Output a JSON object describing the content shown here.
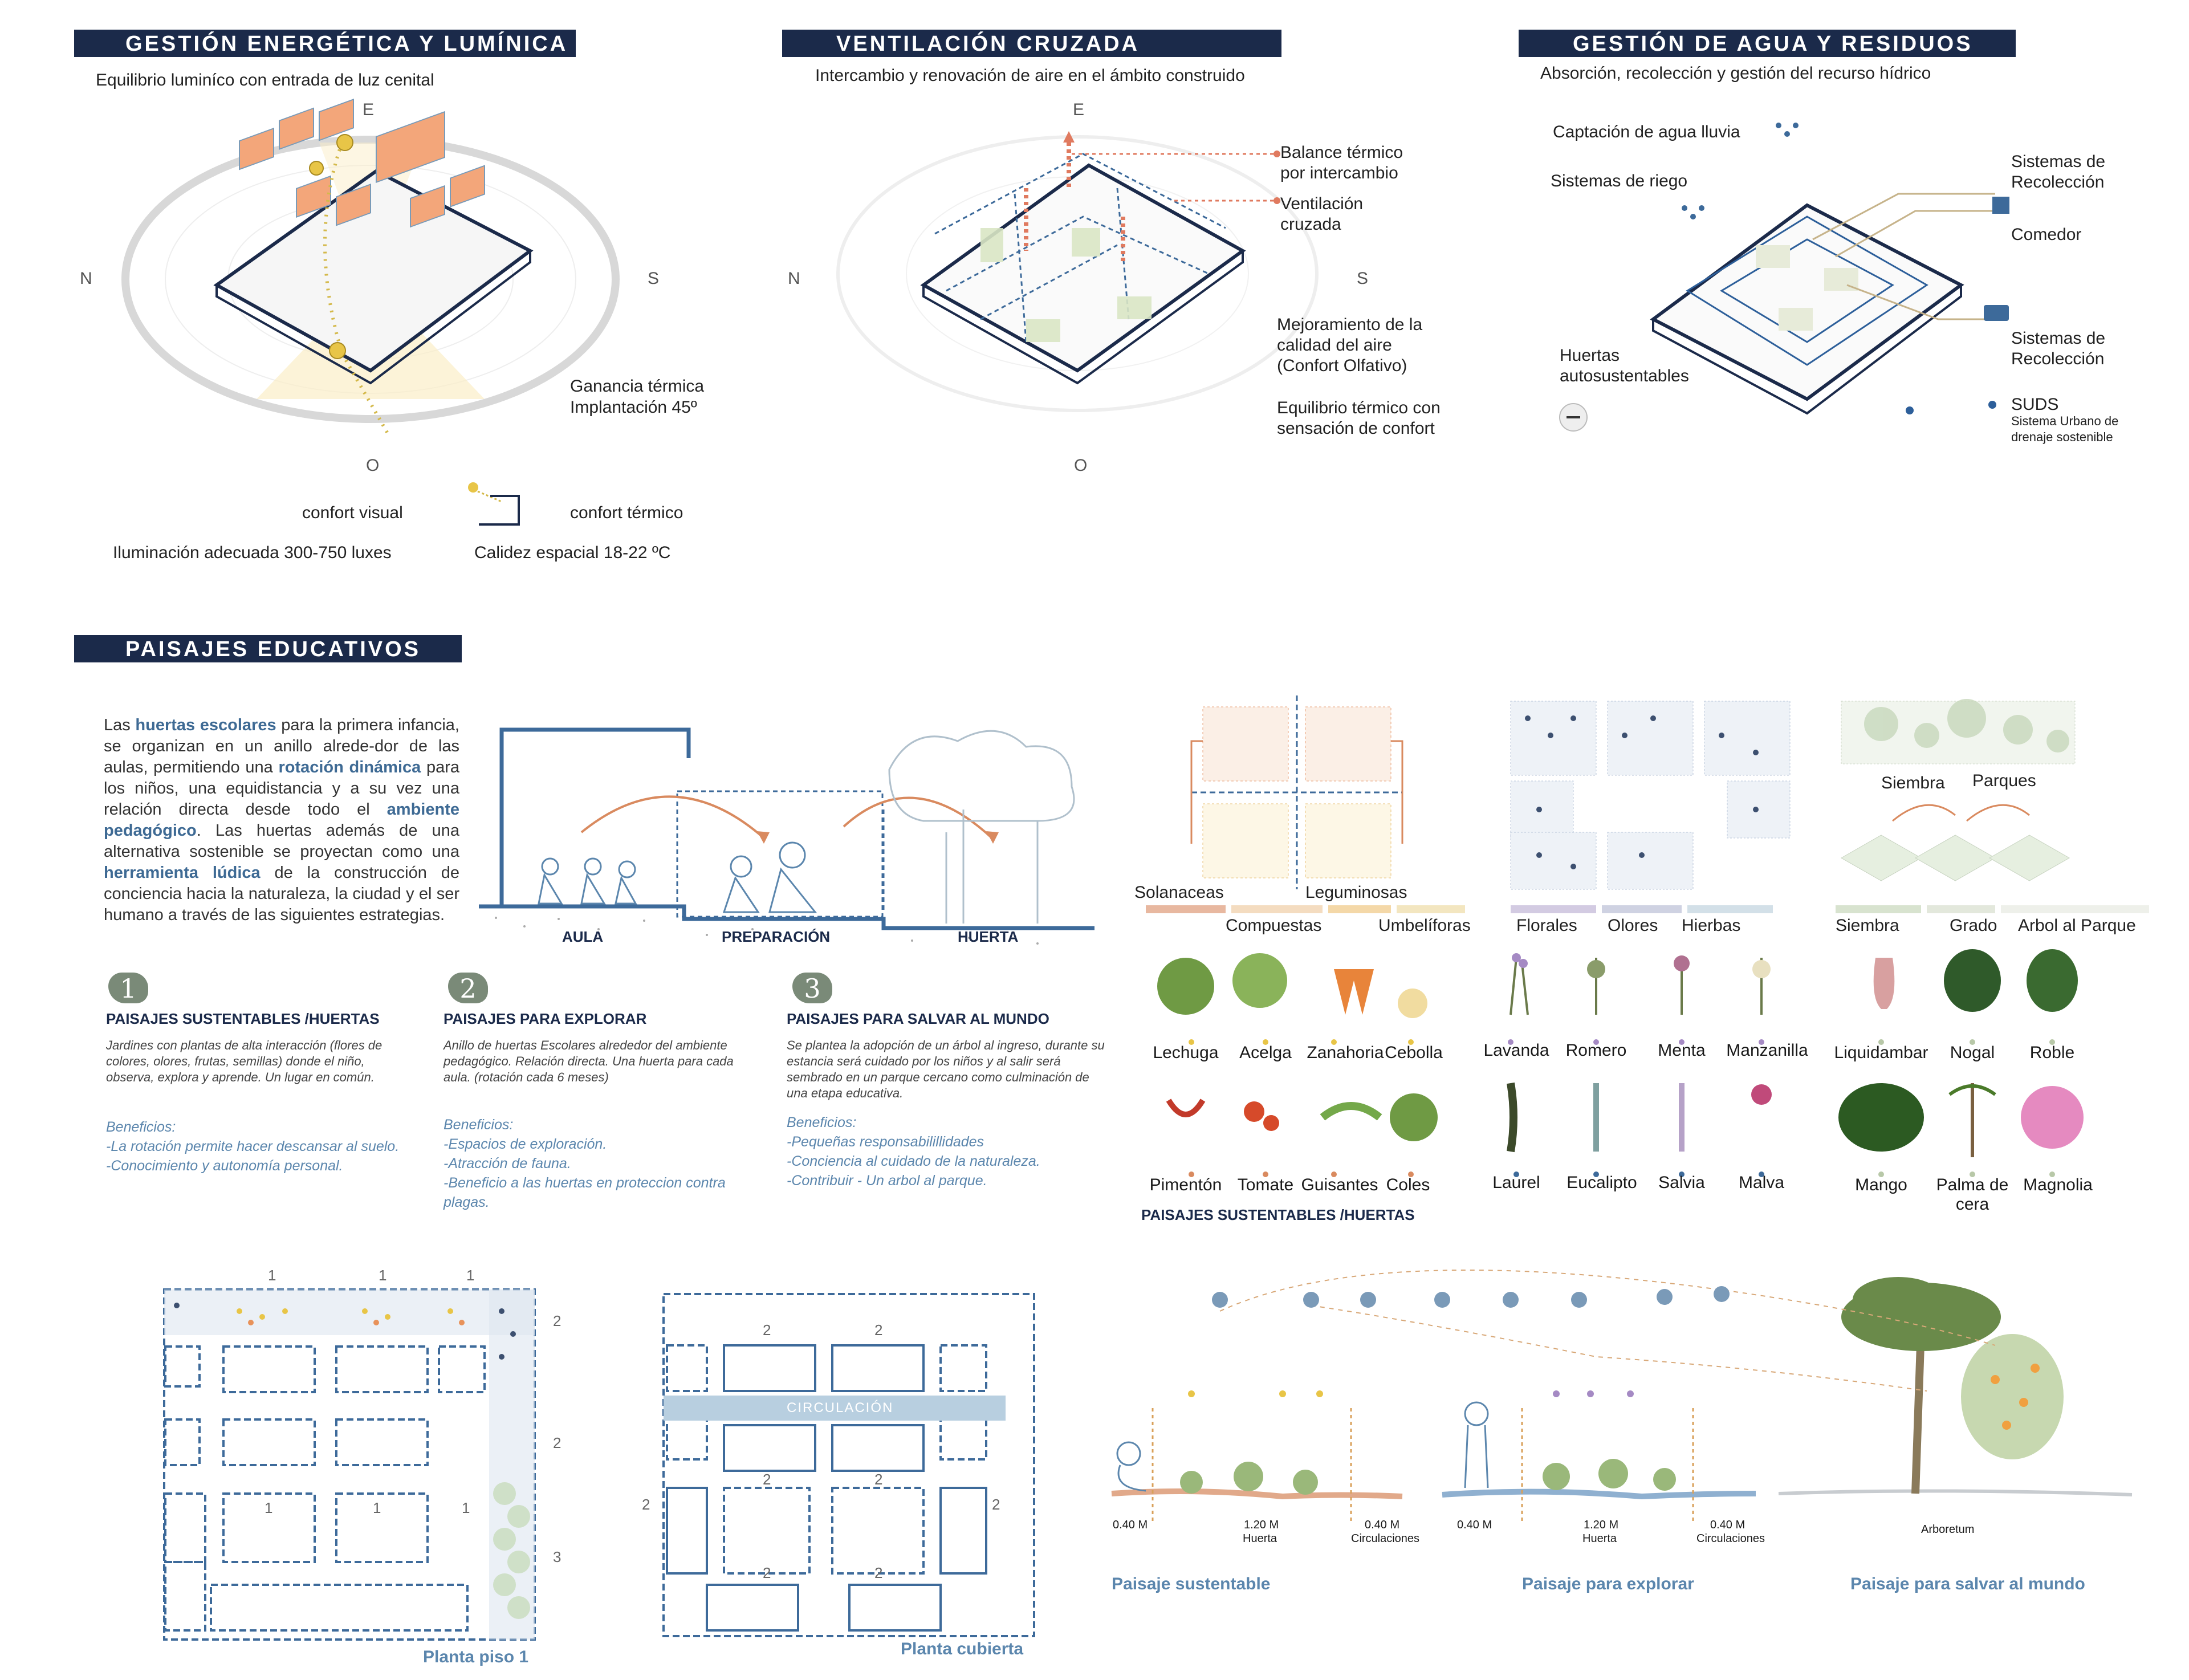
{
  "sections": {
    "energy": {
      "title": "GESTIÓN ENERGÉTICA Y LUMÍNICA",
      "subtitle": "Equilibrio luminíco con entrada de luz cenital",
      "dir_e": "E",
      "dir_n": "N",
      "dir_s": "S",
      "dir_o": "O",
      "label_gain": "Ganancia térmica",
      "label_implant": "Implantación 45º",
      "legend_visual": "confort visual",
      "legend_thermal": "confort térmico",
      "light_level": "Iluminación adecuada 300-750 luxes",
      "warmth": "Calidez espacial 18-22 ºC"
    },
    "ventilation": {
      "title": "VENTILACIÓN CRUZADA",
      "subtitle": "Intercambio y renovación de aire en el ámbito construido",
      "dir_e": "E",
      "dir_n": "N",
      "dir_s": "S",
      "dir_o": "O",
      "label_balance_1": "Balance térmico",
      "label_balance_2": "por intercambio",
      "label_vent_1": "Ventilación",
      "label_vent_2": "cruzada",
      "label_air_1": "Mejoramiento de la",
      "label_air_2": "calidad del aire",
      "label_air_3": "(Confort Olfativo)",
      "label_eq_1": "Equilibrio térmico con",
      "label_eq_2": "sensación de confort"
    },
    "water": {
      "title": "GESTIÓN DE AGUA Y RESIDUOS",
      "subtitle": "Absorción, recolección y gestión del recurso hídrico",
      "label_rain": "Captación de agua lluvia",
      "label_irrigation": "Sistemas de riego",
      "label_coll1_1": "Sistemas de",
      "label_coll1_2": "Recolección",
      "label_dining": "Comedor",
      "label_coll2_1": "Sistemas de",
      "label_coll2_2": "Recolección",
      "label_gardens_1": "Huertas",
      "label_gardens_2": "autosustentables",
      "label_suds": "SUDS",
      "label_suds_1": "Sistema Urbano de",
      "label_suds_2": "drenaje sostenible"
    },
    "landscapes": {
      "title": "PAISAJES EDUCATIVOS",
      "intro": "para la primera infancia, se organizan en un anillo alrededor de las aulas, permitiendo una",
      "intro_a": "Las",
      "intro_b": "huertas escolares",
      "intro_c": "para la primera infancia, se organizan en un anillo alrede-dor de las aulas, permitiendo una",
      "intro_d": "rotación dinámica",
      "intro_e": "para los niños, una equidistancia y a su vez una relación directa desde todo el",
      "intro_f": "ambiente pedagógico",
      "intro_g": ". Las huertas además de una alternativa sostenible se proyectan como una",
      "intro_h": "herramienta lúdica",
      "intro_i": "de la construcción de conciencia hacia la naturaleza, la ciudad y el ser humano a través de las siguientes estrategias.",
      "section_aula": "AULA",
      "section_prep": "PREPARACIÓN",
      "section_huerta": "HUERTA",
      "items": [
        {
          "num": "1",
          "title": "PAISAJES SUSTENTABLES /HUERTAS",
          "desc": "Jardines con plantas de alta interacción (flores de colores, olores, frutas, semillas) donde el niño, observa, explora y aprende. Un lugar en común.",
          "benefits_title": "Beneficios:",
          "b1": "-La rotación permite hacer descansar al suelo.",
          "b2": "-Conocimiento y autonomía personal.",
          "b3": ""
        },
        {
          "num": "2",
          "title": "PAISAJES PARA EXPLORAR",
          "desc": "Anillo de huertas Escolares alrededor del ambiente pedagógico. Relación directa. Una huerta para cada aula. (rotación cada 6 meses)",
          "benefits_title": "Beneficios:",
          "b1": "-Espacios de exploración.",
          "b2": "-Atracción de fauna.",
          "b3": "-Beneficio a las huertas en proteccion contra plagas."
        },
        {
          "num": "3",
          "title": "PAISAJES PARA SALVAR AL MUNDO",
          "desc": "Se plantea la adopción de un árbol al ingreso, durante su estancia será cuidado por los niños y al salir será sembrado en un parque cercano como culminación de una etapa educativa.",
          "benefits_title": "Beneficios:",
          "b1": "-Pequeñas responsabilillidades",
          "b2": "-Conciencia al cuidado de la naturaleza.",
          "b3": "-Contribuir - Un arbol al parque."
        }
      ]
    },
    "plants": {
      "cat_solanaceas": "Solanaceas",
      "cat_leguminosas": "Leguminosas",
      "cat_compuestas": "Compuestas",
      "cat_umbeliferas": "Umbelíforas",
      "cat_florales": "Florales",
      "cat_olores": "Olores",
      "cat_hierbas": "Hierbas",
      "cat_siembra": "Siembra",
      "cat_grado": "Grado",
      "cat_arbol": "Arbol al Parque",
      "steps_siembra": "Siembra",
      "steps_parques": "Parques",
      "row1": [
        "Lechuga",
        "Acelga",
        "Zanahoria",
        "Cebolla"
      ],
      "row2": [
        "Pimentón",
        "Tomate",
        "Guisantes",
        "Coles"
      ],
      "row3": [
        "Lavanda",
        "Romero",
        "Menta",
        "Manzanilla"
      ],
      "row4": [
        "Laurel",
        "Eucalipto",
        "Salvia",
        "Malva"
      ],
      "row5": [
        "Liquidambar",
        "Nogal",
        "Roble"
      ],
      "row6": [
        "Mango",
        "Palma de cera",
        "Magnolia"
      ],
      "footer": "PAISAJES SUSTENTABLES /HUERTAS"
    },
    "plans": {
      "plan1_title": "Planta piso 1",
      "plan2_title": "Planta cubierta",
      "circulation": "CIRCULACIÓN",
      "n1": "1",
      "n2": "2",
      "n3": "3"
    },
    "section_profiles": {
      "d040": "0.40 M",
      "d120": "1.20 M",
      "huerta": "Huerta",
      "circ": "Circulaciones",
      "arboretum": "Arboretum",
      "cap1": "Paisaje sustentable",
      "cap2": "Paisaje para explorar",
      "cap3": "Paisaje para salvar al mundo"
    }
  },
  "colors": {
    "navy": "#1b2a4a",
    "accent_blue": "#5b86ad",
    "warm_orange": "#e8925a",
    "sun_yellow": "#e8c547",
    "green": "#8fae7e"
  }
}
